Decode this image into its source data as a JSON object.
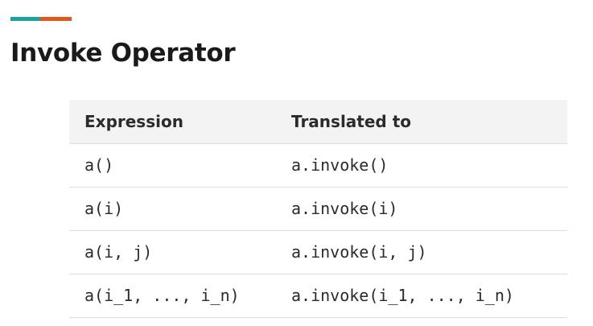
{
  "page": {
    "title": "Invoke Operator"
  },
  "colors": {
    "accent_teal": "#1aa39a",
    "accent_orange": "#e0591a",
    "header_background": "#f3f3f3"
  },
  "table": {
    "headers": [
      "Expression",
      "Translated to"
    ],
    "rows": [
      [
        "a()",
        "a.invoke()"
      ],
      [
        "a(i)",
        "a.invoke(i)"
      ],
      [
        "a(i, j)",
        "a.invoke(i, j)"
      ],
      [
        "a(i_1, ..., i_n)",
        "a.invoke(i_1, ..., i_n)"
      ]
    ]
  }
}
